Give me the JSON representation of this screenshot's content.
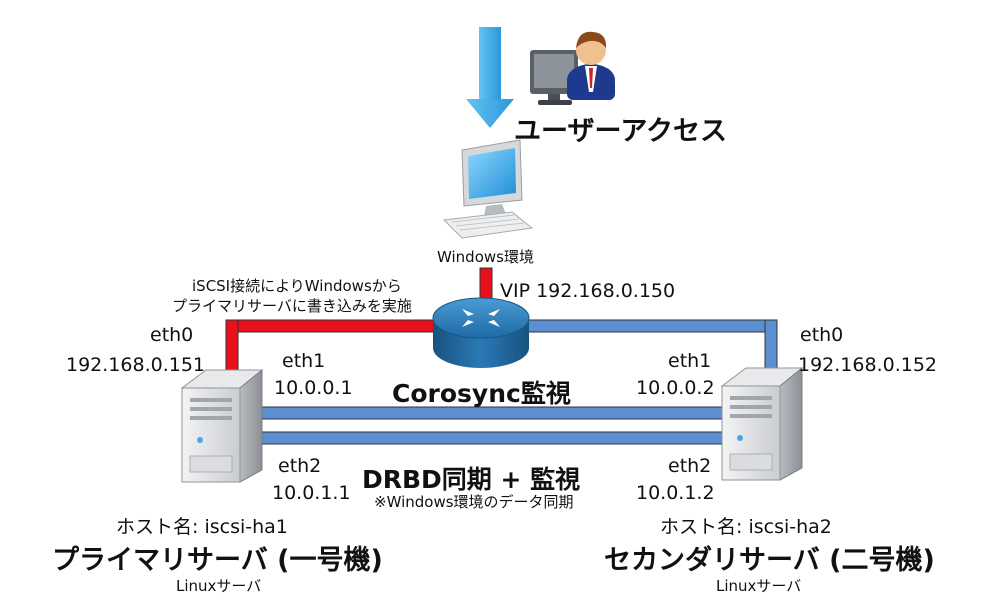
{
  "user_access": "ユーザーアクセス",
  "windows_label": "Windows環境",
  "vip_label": "VIP 192.168.0.150",
  "iscsi_note": {
    "line1": "iSCSI接続によりWindowsから",
    "line2": "プライマリサーバに書き込みを実施"
  },
  "corosync_label": "Corosync監視",
  "drbd_label": "DRBD同期 + 監視",
  "drbd_note": "※Windows環境のデータ同期",
  "primary": {
    "eth0_label": "eth0",
    "eth0_ip": "192.168.0.151",
    "eth1_label": "eth1",
    "eth1_ip": "10.0.0.1",
    "eth2_label": "eth2",
    "eth2_ip": "10.0.1.1",
    "hostname": "ホスト名: iscsi-ha1",
    "title": "プライマリサーバ (一号機)",
    "os": "Linuxサーバ"
  },
  "secondary": {
    "eth0_label": "eth0",
    "eth0_ip": "192.168.0.152",
    "eth1_label": "eth1",
    "eth1_ip": "10.0.0.2",
    "eth2_label": "eth2",
    "eth2_ip": "10.0.1.2",
    "hostname": "ホスト名: iscsi-ha2",
    "title": "セカンダリサーバ (二号機)",
    "os": "Linuxサーバ"
  },
  "colors": {
    "red_line": "#e8101a",
    "blue_line": "#5b8fd1",
    "arrow": "#3ba9e8",
    "router": "#2a7ab6"
  }
}
